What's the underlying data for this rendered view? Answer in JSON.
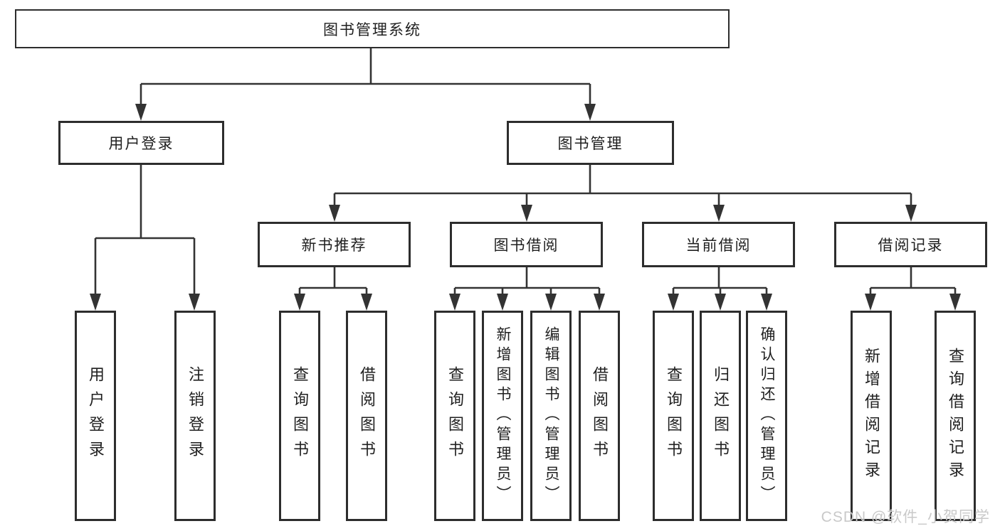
{
  "diagram_title": "图书管理系统",
  "colors": {
    "line": "#333333",
    "box_border": "#2d2d2d",
    "text": "#1f1f1f",
    "watermark": "#c9c9c9",
    "background": "#ffffff"
  },
  "watermark": {
    "text": "CSDN @软件_小贺同学"
  },
  "nodes": {
    "root": {
      "label": "图书管理系统",
      "level": 1,
      "parent": null
    },
    "userLogin": {
      "label": "用户登录",
      "level": 2,
      "parent": "root"
    },
    "bookMgmt": {
      "label": "图书管理",
      "level": 2,
      "parent": "root"
    },
    "newBookRec": {
      "label": "新书推荐",
      "level": 3,
      "parent": "bookMgmt"
    },
    "bookBorrow": {
      "label": "图书借阅",
      "level": 3,
      "parent": "bookMgmt"
    },
    "currentBorrow": {
      "label": "当前借阅",
      "level": 3,
      "parent": "bookMgmt"
    },
    "borrowRecords": {
      "label": "借阅记录",
      "level": 3,
      "parent": "bookMgmt"
    },
    "ulLogin": {
      "label": "用户登录",
      "level": 4,
      "parent": "userLogin"
    },
    "ulLogout": {
      "label": "注销登录",
      "level": 4,
      "parent": "userLogin"
    },
    "nbQuery": {
      "label": "查询图书",
      "level": 4,
      "parent": "newBookRec"
    },
    "nbBorrow": {
      "label": "借阅图书",
      "level": 4,
      "parent": "newBookRec"
    },
    "bbQuery": {
      "label": "查询图书",
      "level": 4,
      "parent": "bookBorrow"
    },
    "bbAdd": {
      "label": "新增图书（管理员）",
      "level": 4,
      "parent": "bookBorrow"
    },
    "bbEdit": {
      "label": "编辑图书（管理员）",
      "level": 4,
      "parent": "bookBorrow"
    },
    "bbBorrow": {
      "label": "借阅图书",
      "level": 4,
      "parent": "bookBorrow"
    },
    "cbQuery": {
      "label": "查询图书",
      "level": 4,
      "parent": "currentBorrow"
    },
    "cbReturn": {
      "label": "归还图书",
      "level": 4,
      "parent": "currentBorrow"
    },
    "cbConfirm": {
      "label": "确认归还（管理员）",
      "level": 4,
      "parent": "currentBorrow"
    },
    "brAdd": {
      "label": "新增借阅记录",
      "level": 4,
      "parent": "borrowRecords"
    },
    "brQuery": {
      "label": "查询借阅记录",
      "level": 4,
      "parent": "borrowRecords"
    }
  }
}
